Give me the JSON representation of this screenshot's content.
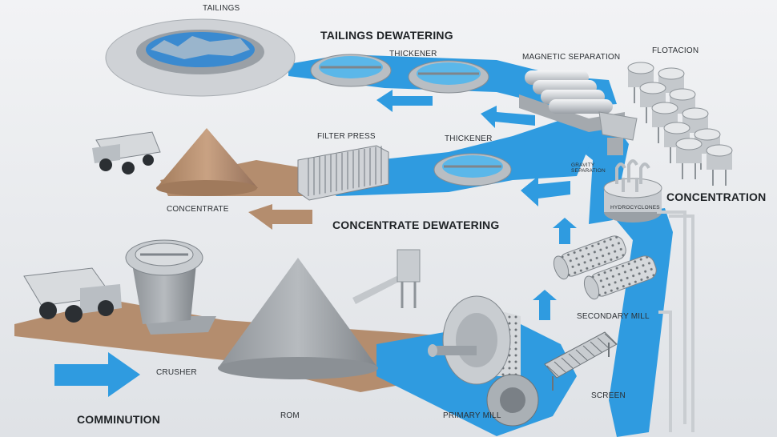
{
  "sections": {
    "tailings_dewatering": "TAILINGS DEWATERING",
    "concentrate_dewatering": "CONCENTRATE DEWATERING",
    "concentration": "CONCENTRATION",
    "comminution": "COMMINUTION"
  },
  "labels": {
    "tailings": "TAILINGS",
    "thickener_top": "THICKENER",
    "magnetic_separation": "MAGNETIC SEPARATION",
    "flotacion": "FLOTACION",
    "filter_press": "FILTER PRESS",
    "thickener_mid": "THICKENER",
    "gravity_separation_line1": "GRAVITY",
    "gravity_separation_line2": "SEPARATION",
    "hydrocyclones": "HYDROCYCLONES",
    "concentrate": "CONCENTRATE",
    "secondary_mill": "SECONDARY MILL",
    "crusher": "CRUSHER",
    "rom": "ROM",
    "screen": "SCREEN",
    "primary_mill": "PRIMARY MILL"
  },
  "colors": {
    "flow_blue": "#2f9be0",
    "ore_brown": "#b48d6e",
    "equipment_grey": "#b9bec3",
    "background": "#e9ebee"
  }
}
